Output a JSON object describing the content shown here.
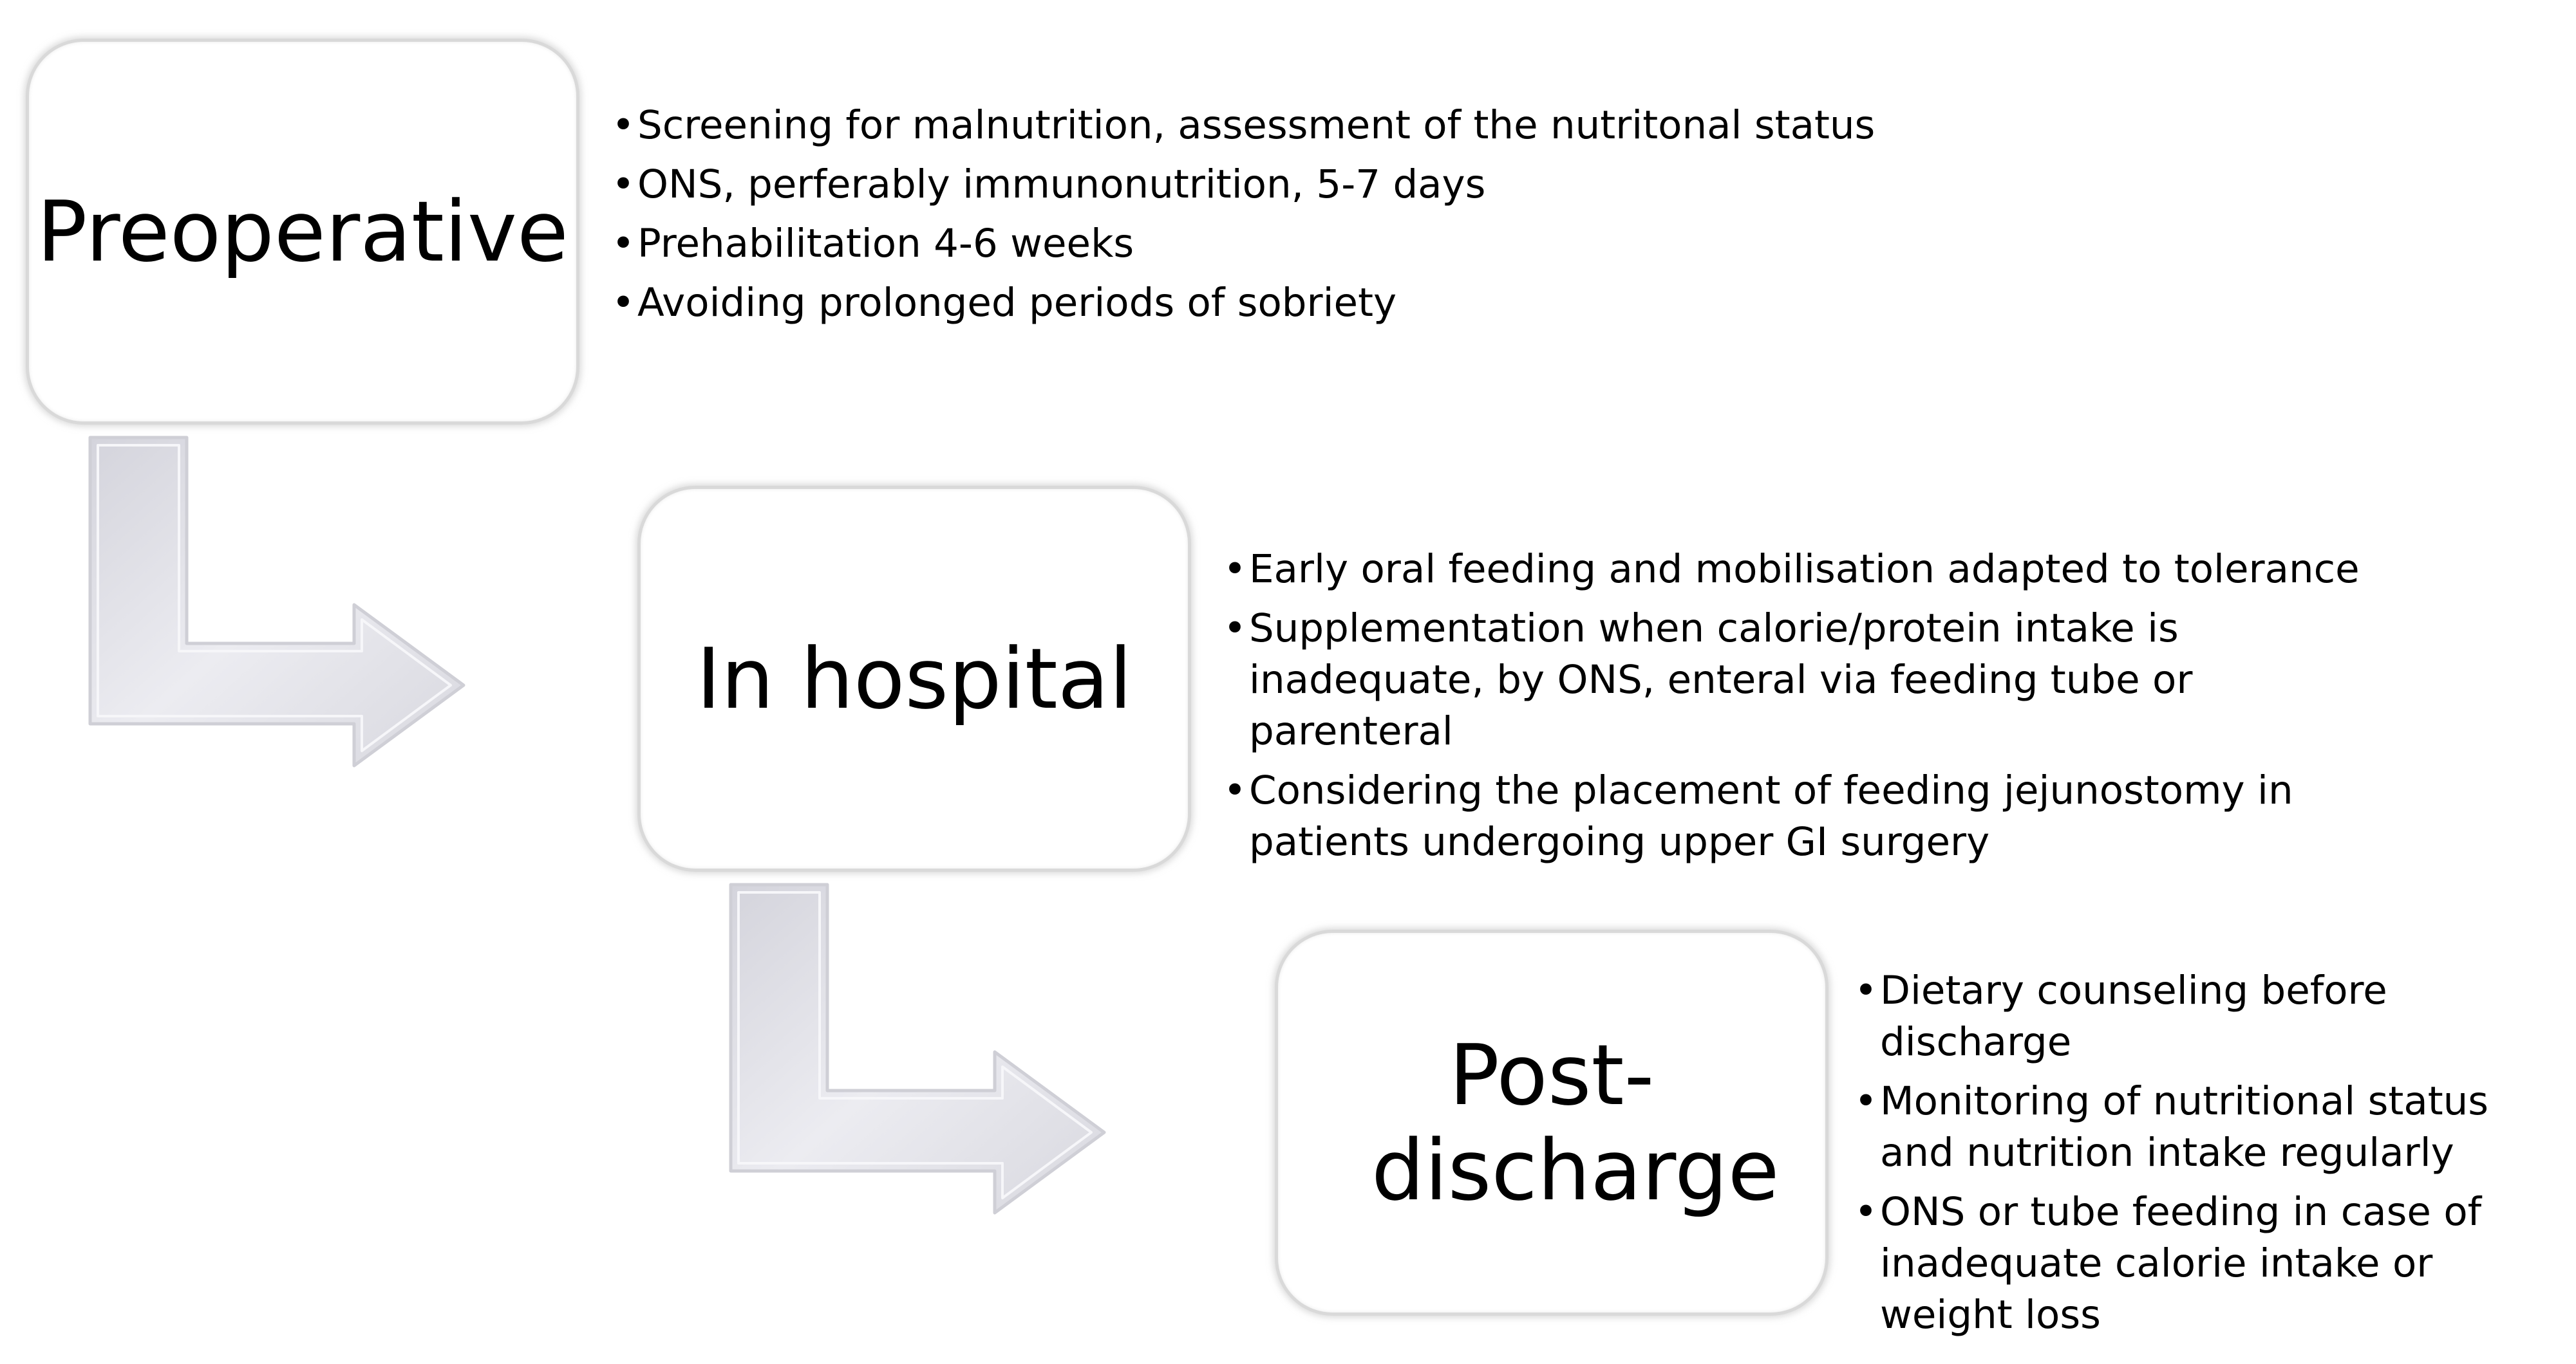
{
  "stages": [
    {
      "title": "Preoperative",
      "bullets": [
        "Screening for malnutrition, assessment of the nutritonal status",
        "ONS, perferably immunonutrition, 5-7 days",
        "Prehabilitation 4-6 weeks",
        "Avoiding prolonged periods of sobriety"
      ]
    },
    {
      "title": "In hospital",
      "bullets": [
        "Early oral feeding and mobilisation adapted to tolerance",
        "Supplementation when calorie/protein intake is inadequate, by ONS, enteral via feeding tube or parenteral",
        "Considering the placement of feeding jejunostomy in patients undergoing upper GI surgery"
      ]
    },
    {
      "title": "Post-\ndischarge",
      "bullets": [
        "Dietary counseling before discharge",
        "Monitoring of nutritional status and nutrition intake regularly",
        "ONS or tube feeding in case of inadequate calorie intake or weight loss"
      ]
    }
  ],
  "colors": {
    "box_border": "#d9d9d9",
    "arrow_fill": "#e3e3ea",
    "arrow_edge": "#cfcfd6",
    "text": "#000000"
  }
}
